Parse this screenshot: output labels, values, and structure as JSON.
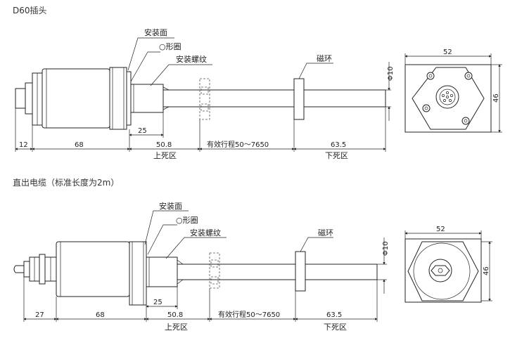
{
  "section1": {
    "title": "D60插头",
    "labels": {
      "mount_face": "安装面",
      "o_ring": "○形圈",
      "mount_thread": "安装螺纹",
      "magnet_ring": "磁环",
      "upper_dead": "上死区",
      "lower_dead": "下死区"
    },
    "dims": {
      "d12": "12",
      "d68": "68",
      "d25": "25",
      "d50_8": "50.8",
      "stroke": "有效行程50～7650",
      "d63_5": "63.5",
      "phi10": "Φ10",
      "w52": "52",
      "h46": "46"
    }
  },
  "section2": {
    "title": "直出电缆（标准长度为2m）",
    "labels": {
      "mount_face": "安装面",
      "o_ring": "○形圈",
      "mount_thread": "安装螺纹",
      "magnet_ring": "磁环",
      "upper_dead": "上死区",
      "lower_dead": "下死区"
    },
    "dims": {
      "d27": "27",
      "d68": "68",
      "d25": "25",
      "d50_8": "50.8",
      "stroke": "有效行程50～7650",
      "d63_5": "63.5",
      "phi10": "Φ10",
      "w52": "52",
      "h46": "46"
    }
  }
}
